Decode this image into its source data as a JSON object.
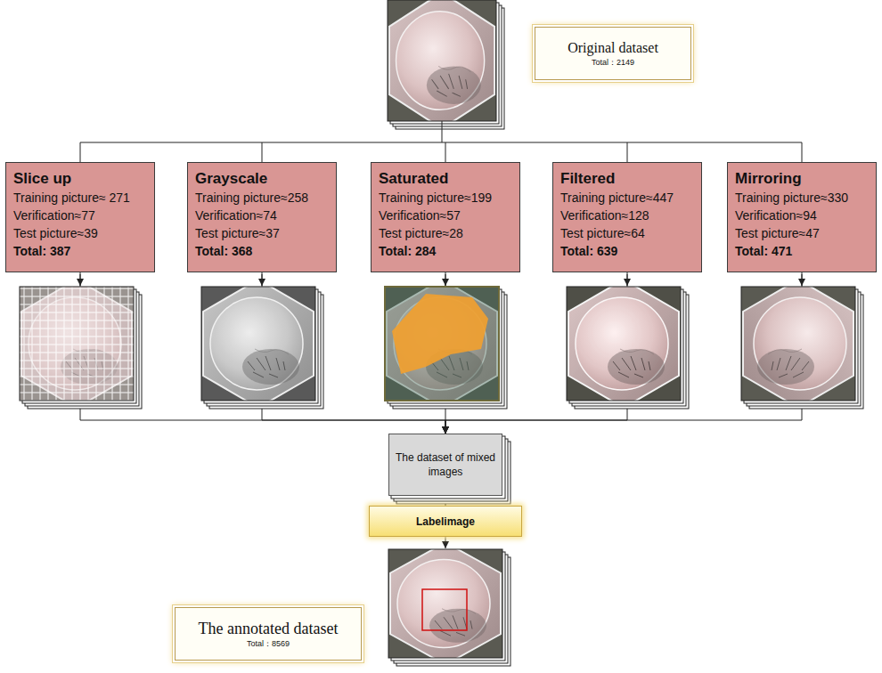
{
  "diagram": {
    "nodes": [
      {
        "text": [
          "Original dataset",
          "Total：2149"
        ]
      },
      {
        "text": [
          "Slice up",
          "Training picture≈ 271",
          "Verification≈77",
          "Test picture≈39",
          "Total: 387"
        ]
      },
      {
        "text": [
          "Grayscale",
          "Training picture≈258",
          "Verification≈74",
          "Test picture≈37",
          "Total: 368"
        ]
      },
      {
        "text": [
          "Saturated",
          "Training picture≈199",
          "Verification≈57",
          "Test picture≈28",
          "Total: 284"
        ]
      },
      {
        "text": [
          "Filtered",
          "Training picture≈447",
          "Verification≈128",
          "Test picture≈64",
          "Total: 639"
        ]
      },
      {
        "text": [
          "Mirroring",
          "Training picture≈330",
          "Verification≈94",
          "Test picture≈47",
          "Total: 471"
        ]
      },
      {
        "text": [
          "The dataset of mixed images"
        ]
      },
      {
        "text": [
          "Labelimage"
        ]
      },
      {
        "text": [
          "The annotated dataset",
          "Total：8569"
        ]
      }
    ],
    "edges": [
      {
        "from": 1,
        "to": 6,
        "arrow": "to"
      },
      {
        "from": 2,
        "to": 6,
        "arrow": "to"
      },
      {
        "from": 3,
        "to": 6,
        "arrow": "to"
      },
      {
        "from": 4,
        "to": 6,
        "arrow": "to"
      },
      {
        "from": 5,
        "to": 6,
        "arrow": "to"
      },
      {
        "from": 6,
        "to": 7,
        "arrow": "to"
      }
    ]
  }
}
